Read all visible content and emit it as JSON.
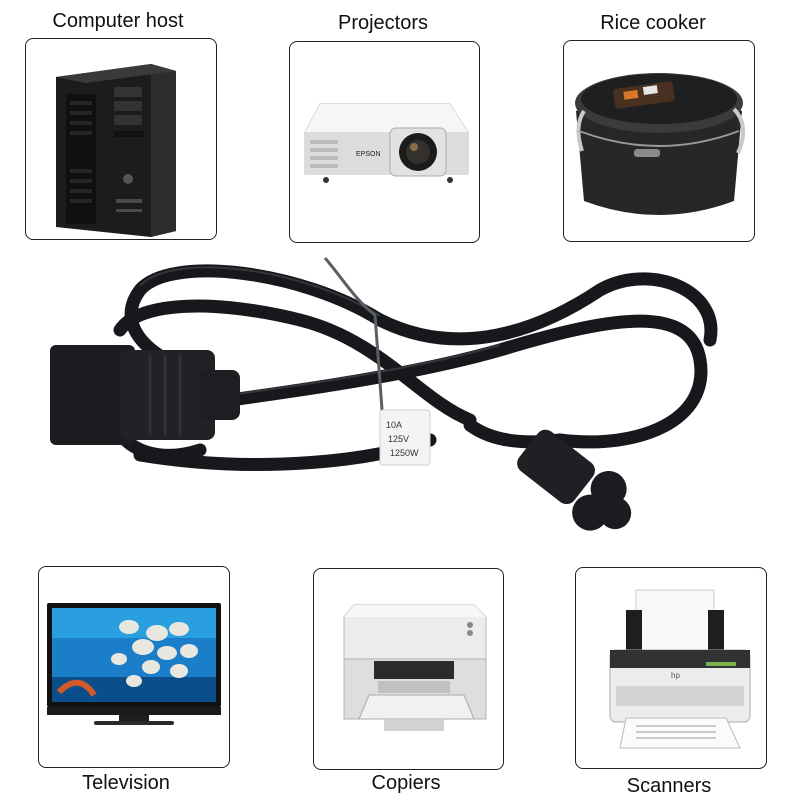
{
  "devices": {
    "computer_host": "Computer host",
    "projectors": "Projectors",
    "rice_cooker": "Rice cooker",
    "television": "Television",
    "copiers": "Copiers",
    "scanners": "Scanners"
  },
  "cable": {
    "tag_lines": [
      "10A",
      "125V",
      "1250W"
    ],
    "plug_brand": "EPSON",
    "scanner_brand": "hp"
  },
  "colors": {
    "card_border": "#222222",
    "cable": "#16181b",
    "tv_water": "#1a7fc8"
  }
}
